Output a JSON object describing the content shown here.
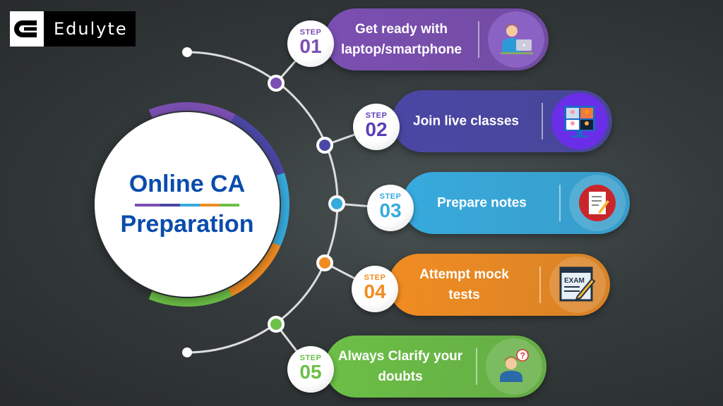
{
  "logo": {
    "brand": "Edulyte"
  },
  "title": {
    "line1": "Online CA",
    "line2": "Preparation"
  },
  "colors": {
    "purple": "#7b4fb2",
    "indigo": "#4a47a5",
    "blue": "#37aadd",
    "orange": "#f08c22",
    "green": "#6cbf47",
    "title": "#0a4cad"
  },
  "steps": [
    {
      "step_label": "STEP",
      "number": "01",
      "text_lines": [
        "Get ready with",
        "laptop/smartphone"
      ],
      "icon": "person-laptop-icon"
    },
    {
      "step_label": "STEP",
      "number": "02",
      "text_lines": [
        "Join live classes"
      ],
      "icon": "video-conference-icon"
    },
    {
      "step_label": "STEP",
      "number": "03",
      "text_lines": [
        "Prepare notes"
      ],
      "icon": "notes-icon"
    },
    {
      "step_label": "STEP",
      "number": "04",
      "text_lines": [
        "Attempt mock",
        "tests"
      ],
      "icon": "exam-icon"
    },
    {
      "step_label": "STEP",
      "number": "05",
      "text_lines": [
        "Always Clarify your",
        "doubts"
      ],
      "icon": "person-question-icon"
    }
  ]
}
